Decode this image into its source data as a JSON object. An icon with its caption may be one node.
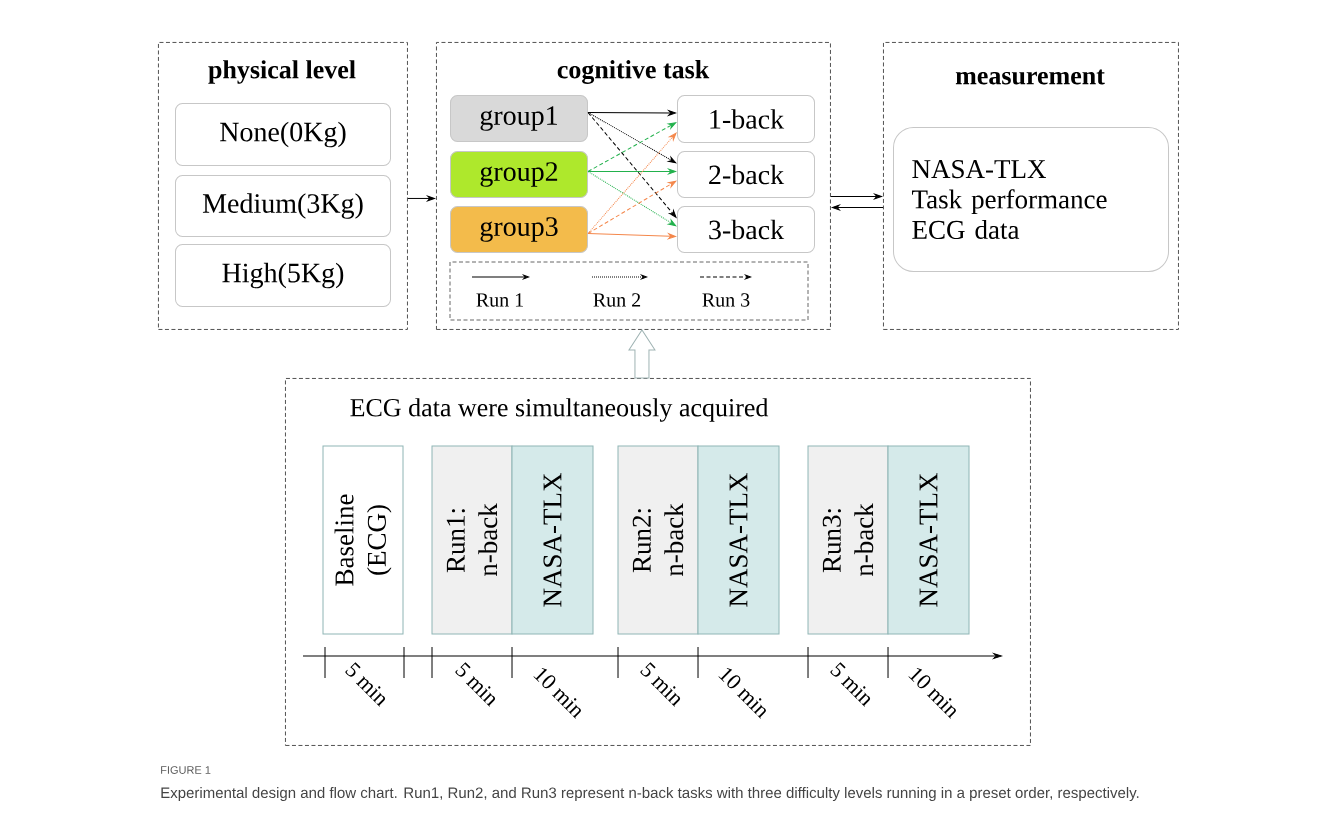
{
  "diagram": {
    "caption": "Experimental design and flow chart. Run1, Run2, and Run3 represent n-back tasks with three difficulty levels running in a preset order, respectively.",
    "nodes": [
      {
        "text": [
          "physical level"
        ]
      },
      {
        "text": [
          "None(0Kg)"
        ],
        "in": 0
      },
      {
        "text": [
          "Medium(3Kg)"
        ],
        "in": 0
      },
      {
        "text": [
          "High(5Kg)"
        ],
        "in": 0
      },
      {
        "text": [
          "cognitive task"
        ]
      },
      {
        "text": [
          "group1"
        ],
        "in": 4
      },
      {
        "text": [
          "group2"
        ],
        "in": 4
      },
      {
        "text": [
          "group3"
        ],
        "in": 4
      },
      {
        "text": [
          "1-back"
        ],
        "in": 4
      },
      {
        "text": [
          "2-back"
        ],
        "in": 4
      },
      {
        "text": [
          "3-back"
        ],
        "in": 4
      },
      {
        "text": [
          "measurement"
        ]
      },
      {
        "text": [
          "NASA-TLX",
          "Task performance",
          "ECG data"
        ],
        "in": 11
      },
      {
        "text": [
          "ECG data were simultaneously acquired"
        ]
      },
      {
        "text": [
          "Baseline (ECG)"
        ],
        "in": 13
      },
      {
        "text": [
          "Run1: n-back"
        ],
        "in": 13
      },
      {
        "text": [
          "NASA-TLX"
        ],
        "in": 13
      },
      {
        "text": [
          "Run2: n-back"
        ],
        "in": 13
      },
      {
        "text": [
          "NASA-TLX"
        ],
        "in": 13
      },
      {
        "text": [
          "Run3: n-back"
        ],
        "in": 13
      },
      {
        "text": [
          "NASA-TLX"
        ],
        "in": 13
      }
    ],
    "edges": [
      {
        "from": 0,
        "to": 4,
        "arrow": "to"
      },
      {
        "from": 5,
        "to": 8,
        "arrow": "to"
      },
      {
        "from": 5,
        "to": 9,
        "arrow": "to",
        "style": "dashed"
      },
      {
        "from": 5,
        "to": 10,
        "arrow": "to",
        "style": "dashed"
      },
      {
        "from": 6,
        "to": 9,
        "arrow": "to",
        "color": "#22b14c"
      },
      {
        "from": 6,
        "to": 10,
        "arrow": "to",
        "style": "dashed",
        "color": "#22b14c"
      },
      {
        "from": 6,
        "to": 8,
        "arrow": "to",
        "style": "dashed",
        "color": "#22b14c"
      },
      {
        "from": 7,
        "to": 10,
        "arrow": "to",
        "color": "#f4874b"
      },
      {
        "from": 7,
        "to": 8,
        "arrow": "to",
        "style": "dashed",
        "color": "#f4874b"
      },
      {
        "from": 7,
        "to": 9,
        "arrow": "to",
        "style": "dashed",
        "color": "#f4874b"
      },
      {
        "from": 4,
        "to": 11,
        "arrow": "to"
      },
      {
        "from": 11,
        "to": 4,
        "arrow": "to"
      },
      {
        "from": 13,
        "to": 4,
        "arrow": "to"
      }
    ],
    "labels": [
      "5 min",
      "5 min",
      "10 min",
      "5 min",
      "10 min",
      "5 min",
      "10 min",
      "FIGURE 1"
    ],
    "legend": [
      {
        "text": "Run 1"
      },
      {
        "text": "Run 2"
      },
      {
        "text": "Run 3"
      }
    ]
  }
}
